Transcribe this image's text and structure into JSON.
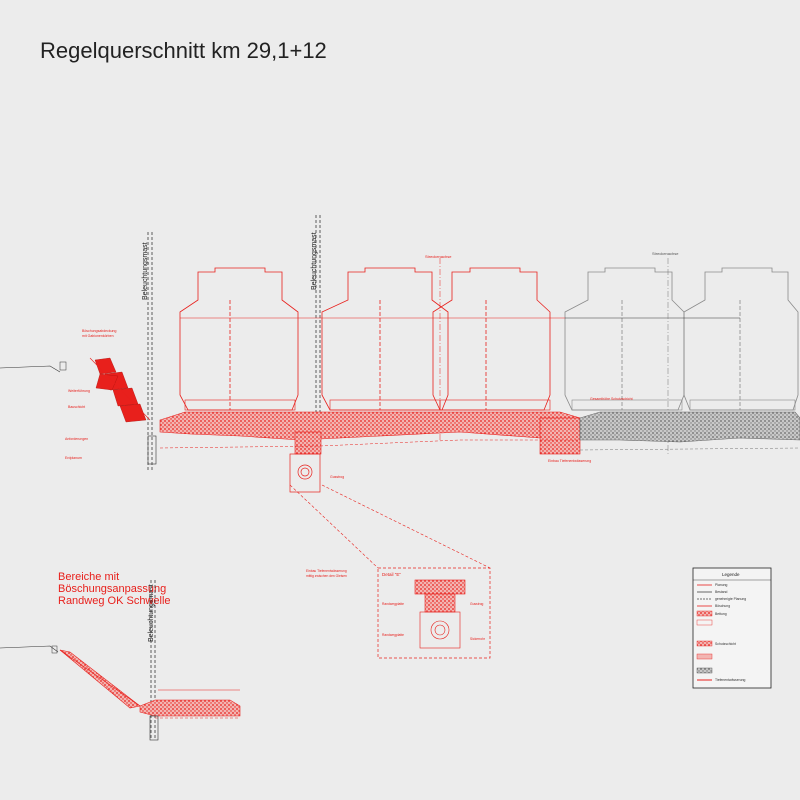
{
  "title": "Regelquerschnitt km 29,1+12",
  "labels": {
    "mast1": "Beleuchtungsmast",
    "mast2": "Beleuchtungsmast",
    "mast3": "Beleuchtungsmast",
    "axis_red": "Streckenachse",
    "axis_grey": "Streckenachse",
    "detail": "Detail \"E\"",
    "section_heading": [
      "Bereiche mit",
      "Böschungsanpassung",
      "Randweg OK Schwelle"
    ],
    "legend_title": "Legende"
  },
  "legend": [
    {
      "label": "Planung",
      "color": "#e8201c"
    },
    {
      "label": "Bestand",
      "color": "#444444"
    },
    {
      "label": "genehmigte Planung",
      "color": "#444444"
    },
    {
      "label": "Böschung",
      "color": "#e8201c"
    },
    {
      "label": "Bettung",
      "color": "#e8201c"
    },
    {
      "label": "Schutzschicht",
      "color": "#e8201c"
    },
    {
      "label": "Tiefenentwässerung",
      "color": "#e8201c"
    }
  ],
  "colors": {
    "plan": "#e8201c",
    "existing": "#8a8a8a",
    "background": "#ececec"
  }
}
